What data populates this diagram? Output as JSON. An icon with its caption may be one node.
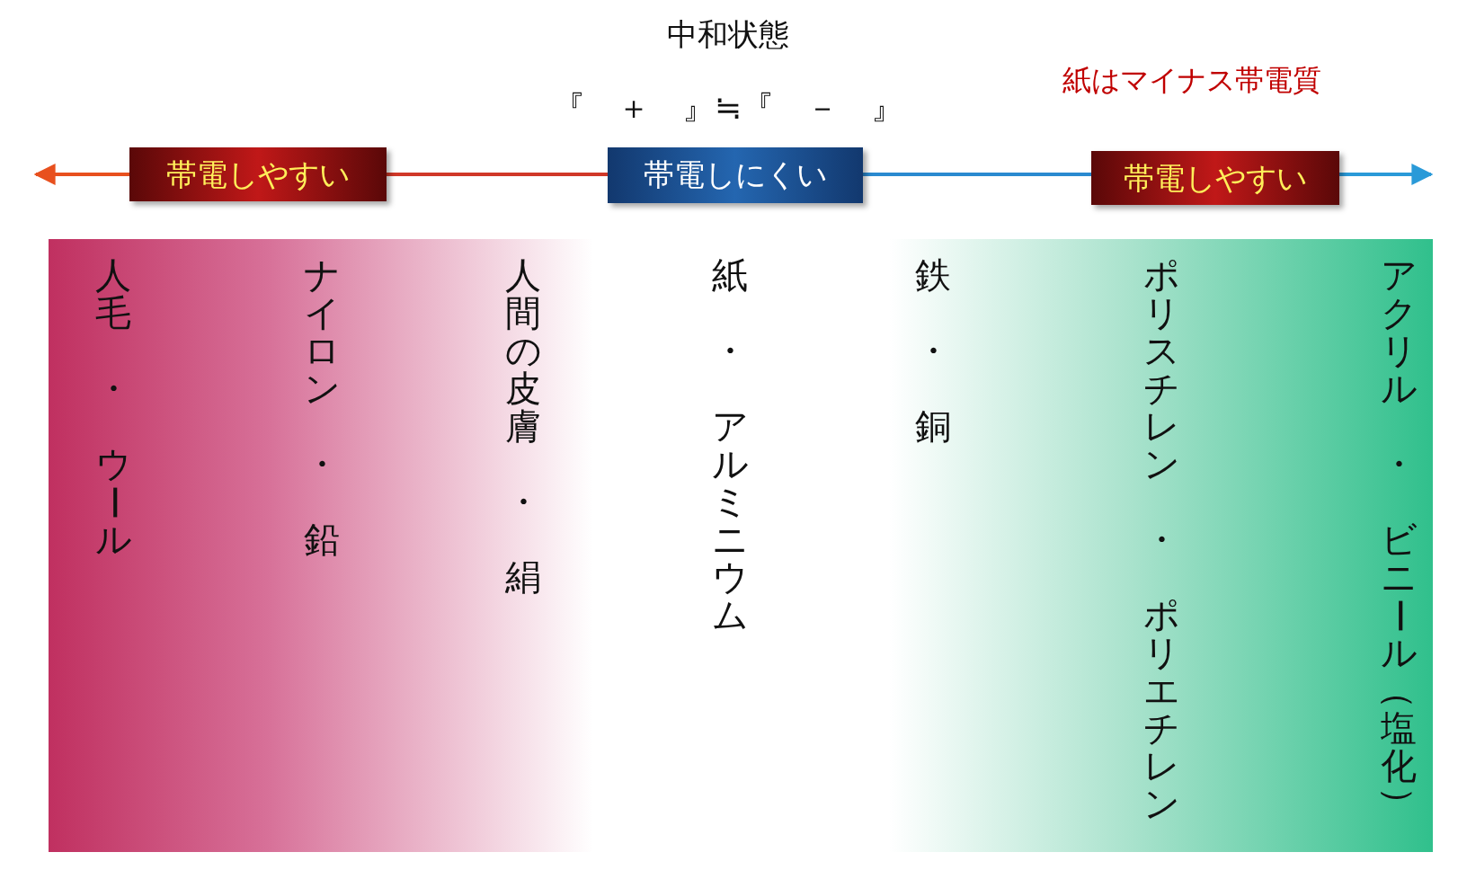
{
  "diagram": {
    "nodes": [
      {
        "text": [
          "帯電しやすい"
        ]
      },
      {
        "text": [
          "帯電しにくい"
        ]
      },
      {
        "text": [
          "帯電しやすい"
        ]
      }
    ],
    "edges": [
      {
        "from": 1,
        "to": 0,
        "arrow": "none",
        "color": "#d03828"
      },
      {
        "from": 0,
        "to": null,
        "arrow": "to",
        "color": "#e8501e"
      },
      {
        "from": 1,
        "to": 2,
        "arrow": "none",
        "color": "#2a8ad0"
      },
      {
        "from": 2,
        "to": null,
        "arrow": "to",
        "color": "#2a9ad8"
      }
    ],
    "labels": [
      "中和状態",
      "『　＋　』≒『　－　』",
      "紙はマイナス帯電質",
      "人毛・ウール",
      "ナイロン・鉛",
      "人間の皮膚・絹",
      "紙・アルミニウム",
      "鉄・銅",
      "ポリスチレン・ポリエチレン",
      "アクリル・ビニール（塩化）"
    ]
  }
}
